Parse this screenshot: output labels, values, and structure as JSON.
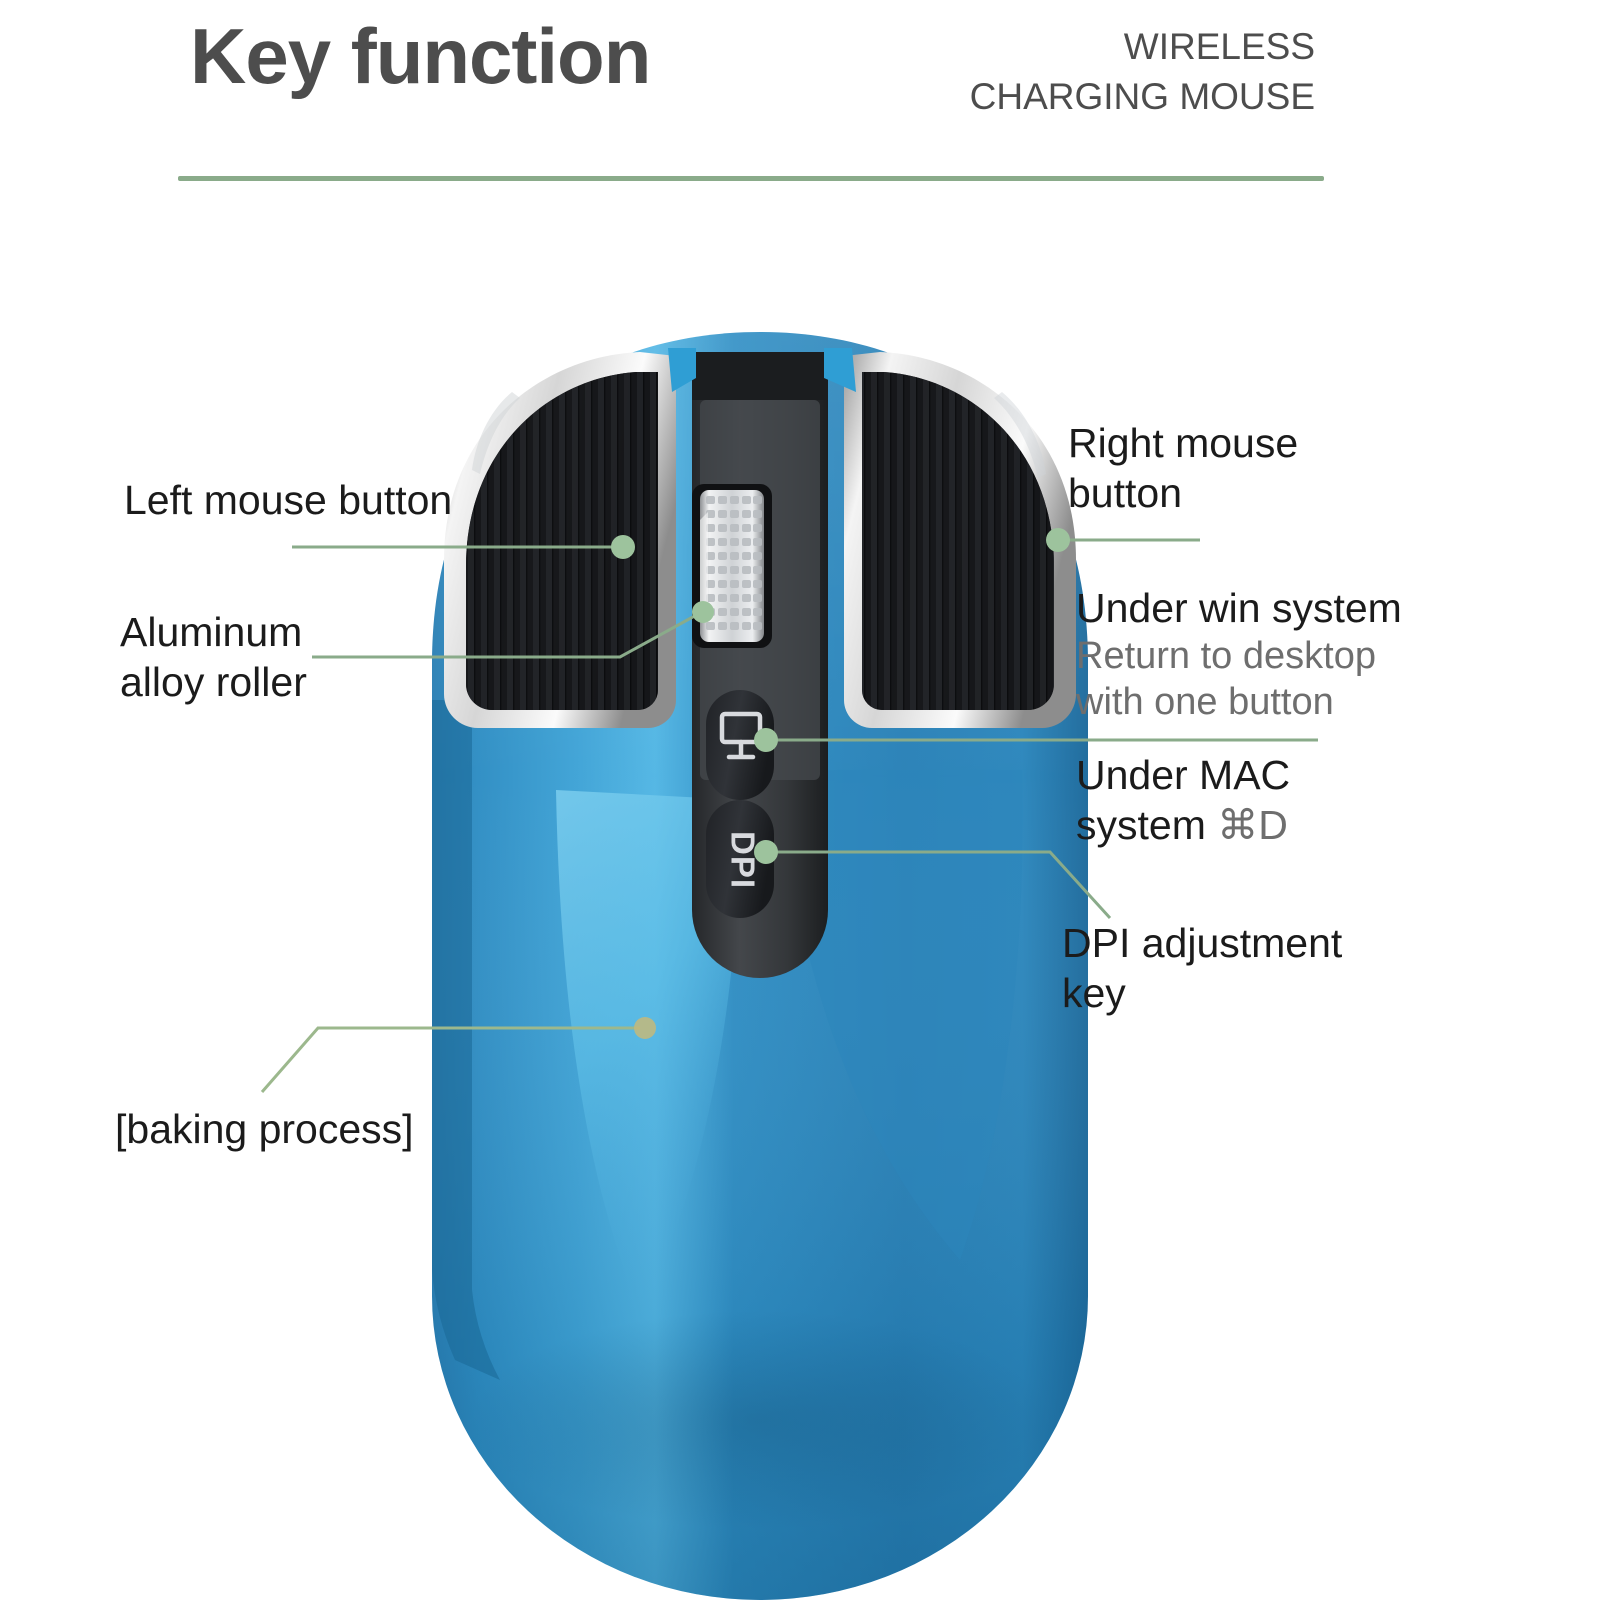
{
  "header": {
    "title": "Key function",
    "subtitle_line1": "WIRELESS",
    "subtitle_line2": "CHARGING MOUSE",
    "rule_color": "#8aab8a"
  },
  "colors": {
    "leader_line": "#8aab8a",
    "leader_dot": "#9dc39d",
    "baking_dot": "#c4b97a",
    "body_blue": "#2f8ec4",
    "body_blue_light": "#49aadd",
    "body_blue_dark": "#1e6fa3",
    "button_black": "#17181a",
    "chrome_silver": "#e8e8e8",
    "center_strip": "#3a3d40",
    "title_gray": "#4d4d4d",
    "text_dark": "#1b1b1b",
    "text_muted": "#6e6e6e"
  },
  "callouts": {
    "left_mouse_button": "Left mouse button",
    "aluminum_alloy_roller": "Aluminum\nalloy roller",
    "baking_process": "[baking process]",
    "right_mouse_button": "Right mouse\nbutton",
    "under_win_system": "Under win system",
    "under_win_system_sub": "Return to desktop\nwith one button",
    "under_mac_system": "Under MAC\nsystem ",
    "under_mac_shortcut": "⌘D",
    "dpi_adjustment_key": "DPI adjustment\nkey"
  },
  "device": {
    "name": "wireless-charging-mouse",
    "desktop_button_icon": "monitor-icon",
    "dpi_button_label": "DPI",
    "scroll_wheel": "aluminum-alloy-roller"
  }
}
